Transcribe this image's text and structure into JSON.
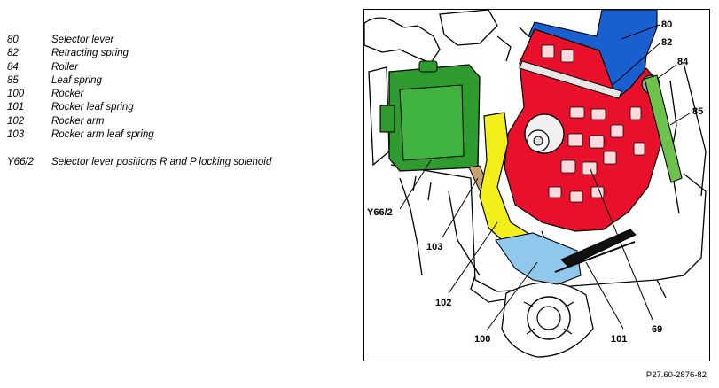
{
  "legend": {
    "items": [
      {
        "num": "80",
        "desc": "Selector lever"
      },
      {
        "num": "82",
        "desc": "Retracting spring"
      },
      {
        "num": "84",
        "desc": "Roller"
      },
      {
        "num": "85",
        "desc": "Leaf spring"
      },
      {
        "num": "100",
        "desc": "Rocker"
      },
      {
        "num": "101",
        "desc": "Rocker leaf spring"
      },
      {
        "num": "102",
        "desc": "Rocker arm"
      },
      {
        "num": "103",
        "desc": "Rocker arm leaf spring"
      }
    ],
    "solenoid": {
      "num": "Y66/2",
      "desc": "Selector lever positions R and P locking solenoid"
    }
  },
  "diagram": {
    "callouts": {
      "c80": "80",
      "c82": "82",
      "c84": "84",
      "c85": "85",
      "cY66": "Y66/2",
      "c103": "103",
      "c102": "102",
      "c100": "100",
      "c101": "101",
      "c69": "69"
    },
    "colors": {
      "selector_lever": "#1a5fd0",
      "rocker_red": "#e8102a",
      "solenoid_green": "#2f9b2f",
      "leaf_spring_green": "#6cc24a",
      "rocker_arm_yellow": "#f2ef1a",
      "rocker_blue": "#8fc8ea",
      "spring_tan": "#c8a070"
    }
  },
  "figure_ref": "P27.60-2876-82"
}
